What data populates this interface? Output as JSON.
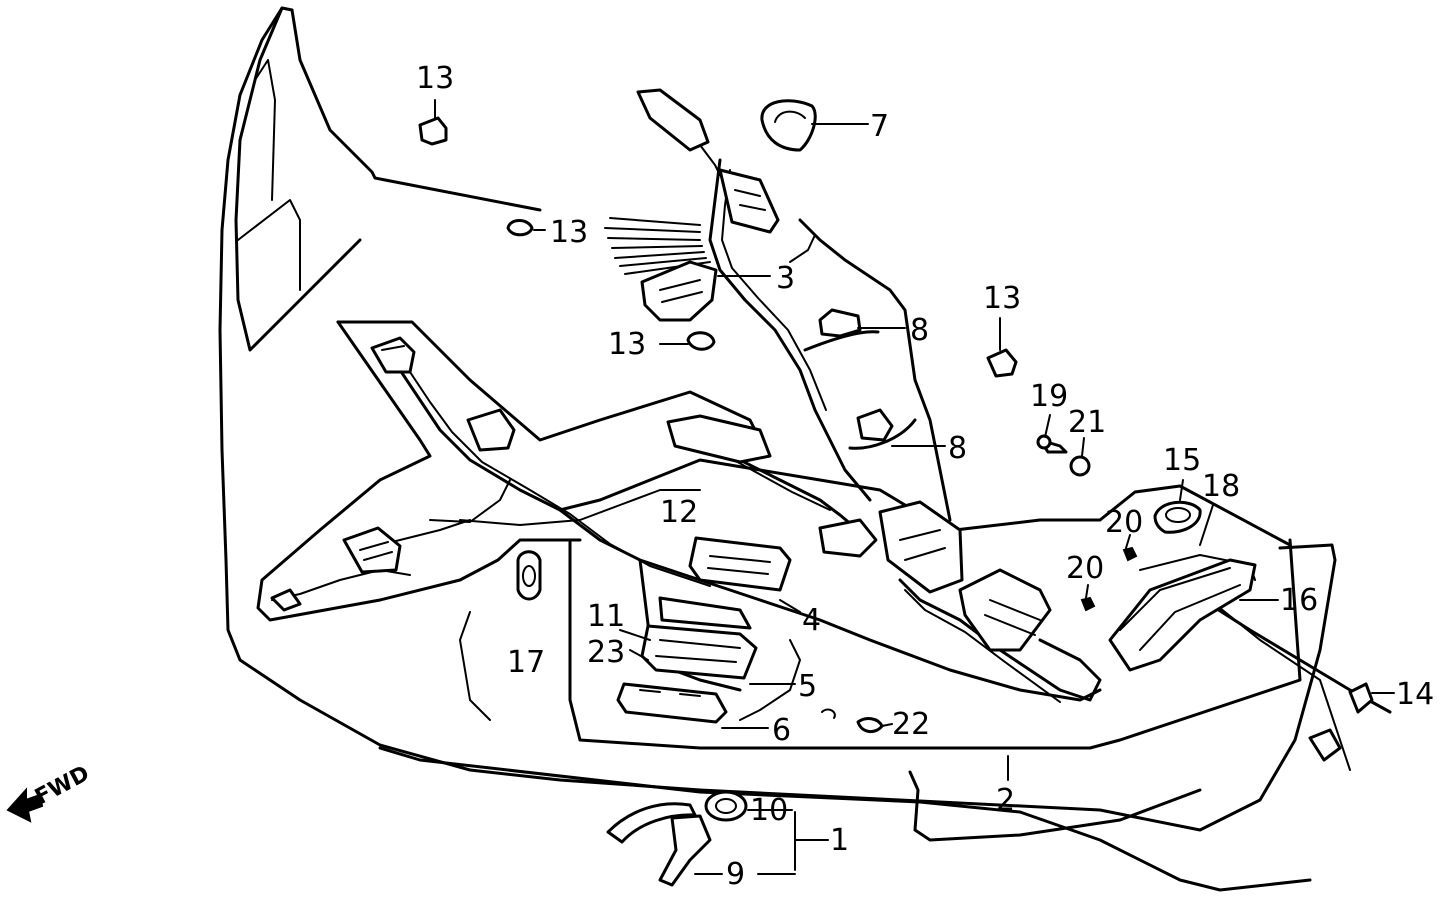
{
  "diagram": {
    "fwd_label": "FWD",
    "callouts": [
      {
        "id": "c13a",
        "text": "13"
      },
      {
        "id": "c7",
        "text": "7"
      },
      {
        "id": "c13b",
        "text": "13"
      },
      {
        "id": "c3",
        "text": "3"
      },
      {
        "id": "c13c",
        "text": "13"
      },
      {
        "id": "c8a",
        "text": "8"
      },
      {
        "id": "c13d",
        "text": "13"
      },
      {
        "id": "c19",
        "text": "19"
      },
      {
        "id": "c21",
        "text": "21"
      },
      {
        "id": "c8b",
        "text": "8"
      },
      {
        "id": "c15",
        "text": "15"
      },
      {
        "id": "c18",
        "text": "18"
      },
      {
        "id": "c12",
        "text": "12"
      },
      {
        "id": "c20a",
        "text": "20"
      },
      {
        "id": "c20b",
        "text": "20"
      },
      {
        "id": "c16",
        "text": "16"
      },
      {
        "id": "c11",
        "text": "11"
      },
      {
        "id": "c4",
        "text": "4"
      },
      {
        "id": "c23",
        "text": "23"
      },
      {
        "id": "c17",
        "text": "17"
      },
      {
        "id": "c5",
        "text": "5"
      },
      {
        "id": "c14",
        "text": "14"
      },
      {
        "id": "c6",
        "text": "6"
      },
      {
        "id": "c22",
        "text": "22"
      },
      {
        "id": "c2",
        "text": "2"
      },
      {
        "id": "c10",
        "text": "10"
      },
      {
        "id": "c1",
        "text": "1"
      },
      {
        "id": "c9",
        "text": "9"
      }
    ]
  }
}
